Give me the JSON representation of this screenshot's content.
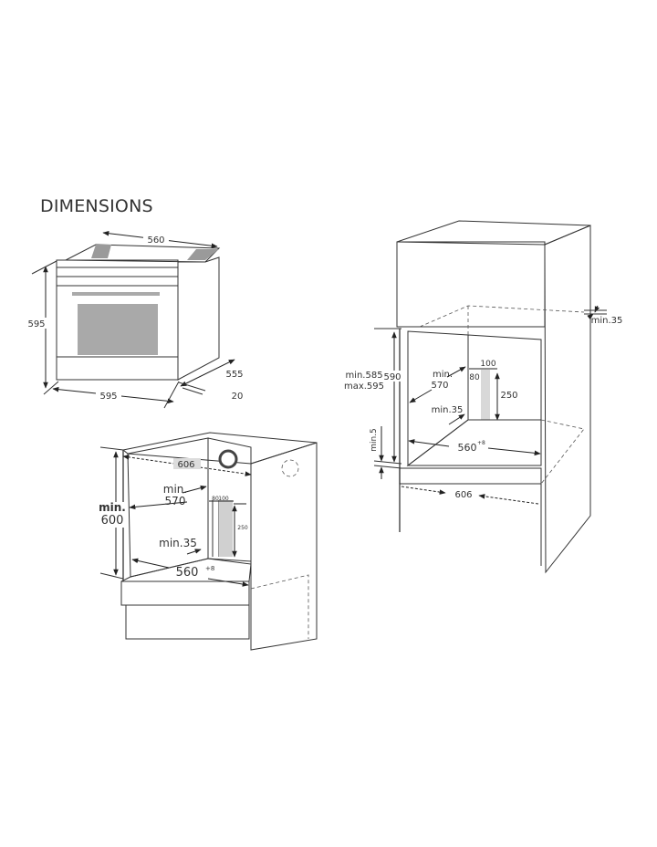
{
  "title": "DIMENSIONS",
  "oven": {
    "width_top": "560",
    "height": "595",
    "width_front": "595",
    "depth": "555",
    "door": "20"
  },
  "under_counter": {
    "cabinet_depth": "606",
    "min_label": "min.",
    "height_min": "600",
    "depth_min_label": "min.",
    "depth_min": "570",
    "vent_a": "80",
    "vent_b": "100",
    "vent_h": "250",
    "gap": "min.35",
    "niche_width": "560",
    "niche_tol": "+8"
  },
  "column": {
    "top_gap": "min.35",
    "height_range_1": "min.585",
    "height_range_2": "max.595",
    "height": "590",
    "depth_min_label": "min.",
    "depth_min": "570",
    "vent_a": "80",
    "vent_b": "100",
    "vent_h": "250",
    "gap": "min.35",
    "base_gap": "min.5",
    "niche_width": "560",
    "niche_tol": "+8",
    "cabinet_depth": "606"
  },
  "colors": {
    "panel_light": "#dcdcdc",
    "panel_mid": "#c4c4c4",
    "panel_dark": "#a8a8a8",
    "line": "#333333"
  }
}
